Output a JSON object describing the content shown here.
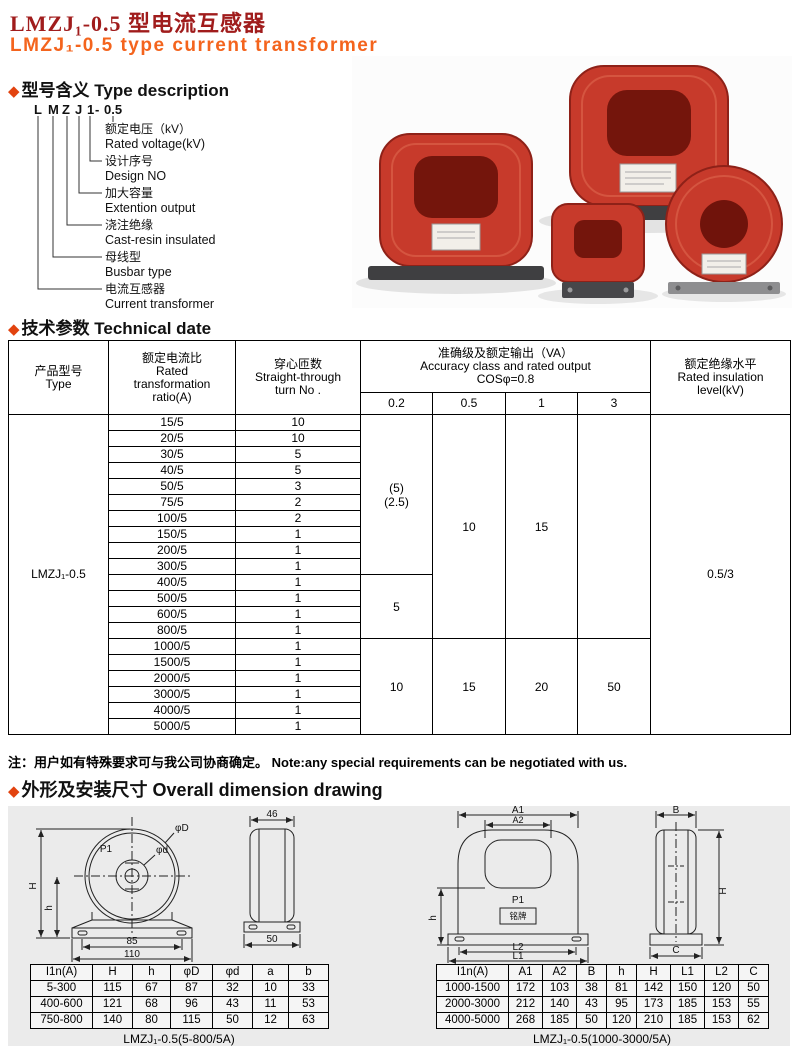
{
  "page": {
    "title_zh": "LMZJ₁-0.5 型电流互感器",
    "title_en": "LMZJ₁-0.5 type current transformer"
  },
  "icons": {
    "diamond": "◆"
  },
  "colors": {
    "title_zh": "#a01c1c",
    "title_en": "#f4641d",
    "accent_diamond": "#e2430f",
    "product_red": "#c73a2b"
  },
  "sections": {
    "type_desc": "型号含义 Type description",
    "technical": "技术参数 Technical date",
    "dimension": "外形及安装尺寸 Overall dimension drawing"
  },
  "type_code": {
    "letters": [
      "L",
      "M",
      "Z",
      "J",
      "1",
      "-",
      "0.5"
    ],
    "labels": [
      {
        "zh": "额定电压（kV）",
        "en": "Rated voltage(kV)"
      },
      {
        "zh": "设计序号",
        "en": "Design NO"
      },
      {
        "zh": "加大容量",
        "en": "Extention output"
      },
      {
        "zh": "浇注绝缘",
        "en": "Cast-resin insulated"
      },
      {
        "zh": "母线型",
        "en": "Busbar type"
      },
      {
        "zh": "电流互感器",
        "en": "Current transformer"
      }
    ]
  },
  "technical_table": {
    "headers": {
      "type": [
        "产品型号",
        "Type"
      ],
      "ratio": [
        "额定电流比",
        "Rated",
        "transformation",
        "ratio(A)"
      ],
      "turns": [
        "穿心匝数",
        "Straight-through",
        "turn No ."
      ],
      "accuracy": [
        "准确级及额定输出（VA）",
        "Accuracy class and rated output",
        "COSφ=0.8"
      ],
      "accuracy_sub": [
        "0.2",
        "0.5",
        "1",
        "3"
      ],
      "insulation": [
        "额定绝缘水平",
        "Rated insulation",
        "level(kV)"
      ]
    },
    "type_value": "LMZJ₁-0.5",
    "insulation_value": "0.5/3",
    "rows": [
      {
        "ratio": "15/5",
        "turns": "10"
      },
      {
        "ratio": "20/5",
        "turns": "10"
      },
      {
        "ratio": "30/5",
        "turns": "5"
      },
      {
        "ratio": "40/5",
        "turns": "5"
      },
      {
        "ratio": "50/5",
        "turns": "3"
      },
      {
        "ratio": "75/5",
        "turns": "2",
        "bold": true
      },
      {
        "ratio": "100/5",
        "turns": "2"
      },
      {
        "ratio": "150/5",
        "turns": "1"
      },
      {
        "ratio": "200/5",
        "turns": "1"
      },
      {
        "ratio": "300/5",
        "turns": "1"
      },
      {
        "ratio": "400/5",
        "turns": "1"
      },
      {
        "ratio": "500/5",
        "turns": "1"
      },
      {
        "ratio": "600/5",
        "turns": "1"
      },
      {
        "ratio": "800/5",
        "turns": "1"
      },
      {
        "ratio": "1000/5",
        "turns": "1"
      },
      {
        "ratio": "1500/5",
        "turns": "1"
      },
      {
        "ratio": "2000/5",
        "turns": "1"
      },
      {
        "ratio": "3000/5",
        "turns": "1"
      },
      {
        "ratio": "4000/5",
        "turns": "1"
      },
      {
        "ratio": "5000/5",
        "turns": "1"
      }
    ],
    "merged": [
      {
        "col": 0,
        "row": 0,
        "span": 10,
        "text": "(5)\n(2.5)"
      },
      {
        "col": 1,
        "row": 0,
        "span": 14,
        "text": "10"
      },
      {
        "col": 2,
        "row": 0,
        "span": 14,
        "text": "15"
      },
      {
        "col": 3,
        "row": 0,
        "span": 14,
        "text": ""
      },
      {
        "col": 0,
        "row": 10,
        "span": 4,
        "text": "5"
      },
      {
        "col": 0,
        "row": 14,
        "span": 6,
        "text": "10"
      },
      {
        "col": 1,
        "row": 14,
        "span": 6,
        "text": "15"
      },
      {
        "col": 2,
        "row": 14,
        "span": 6,
        "text": "20"
      },
      {
        "col": 3,
        "row": 14,
        "span": 6,
        "text": "50"
      }
    ]
  },
  "note": {
    "zh": "注：用户如有特殊要求可与我公司协商确定。",
    "en": "Note:any special requirements can be negotiated with us."
  },
  "dimension": {
    "left_drawing": {
      "labels": {
        "p1": "P1",
        "phiD": "φD",
        "phid": "φd",
        "H": "H",
        "h": "h",
        "top_width": "46",
        "side_base": "50",
        "base_inner": "85",
        "base_outer": "110"
      }
    },
    "left_table": {
      "headers": [
        "I1n(A)",
        "H",
        "h",
        "φD",
        "φd",
        "a",
        "b"
      ],
      "rows": [
        [
          "5-300",
          "115",
          "67",
          "87",
          "32",
          "10",
          "33"
        ],
        [
          "400-600",
          "121",
          "68",
          "96",
          "43",
          "11",
          "53"
        ],
        [
          "750-800",
          "140",
          "80",
          "115",
          "50",
          "12",
          "63"
        ]
      ],
      "caption": "LMZJ₁-0.5(5-800/5A)"
    },
    "right_drawing": {
      "labels": {
        "A1": "A1",
        "A2": "A2",
        "B": "B",
        "C": "C",
        "H": "H",
        "h": "h",
        "L1": "L1",
        "L2": "L2",
        "p1": "P1",
        "nameplate": "铭牌"
      }
    },
    "right_table": {
      "headers": [
        "I1n(A)",
        "A1",
        "A2",
        "B",
        "h",
        "H",
        "L1",
        "L2",
        "C"
      ],
      "rows": [
        [
          "1000-1500",
          "172",
          "103",
          "38",
          "81",
          "142",
          "150",
          "120",
          "50"
        ],
        [
          "2000-3000",
          "212",
          "140",
          "43",
          "95",
          "173",
          "185",
          "153",
          "55"
        ],
        [
          "4000-5000",
          "268",
          "185",
          "50",
          "120",
          "210",
          "185",
          "153",
          "62"
        ]
      ],
      "caption": "LMZJ₁-0.5(1000-3000/5A)"
    }
  }
}
